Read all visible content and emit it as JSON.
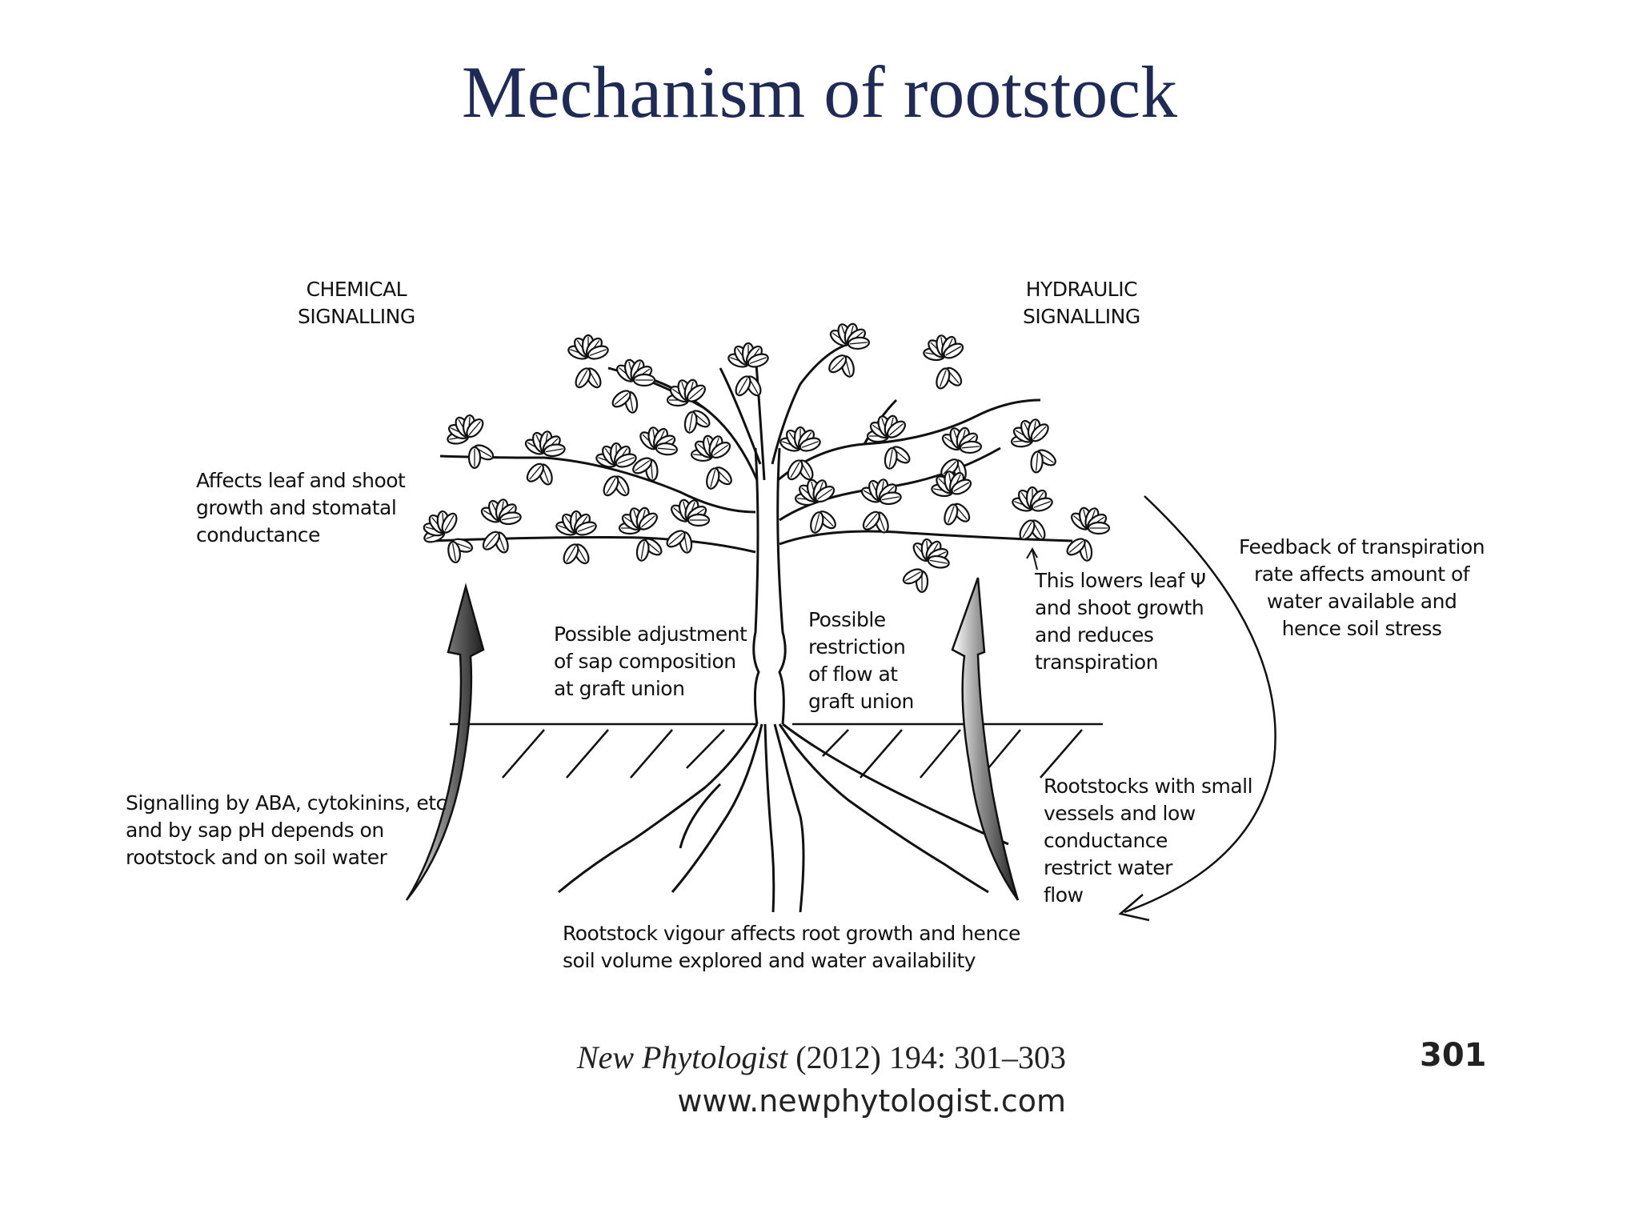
{
  "title": "Mechanism of rootstock",
  "headers": {
    "chemical": [
      "CHEMICAL",
      "SIGNALLING"
    ],
    "hydraulic": [
      "HYDRAULIC",
      "SIGNALLING"
    ]
  },
  "labels": {
    "leaf_effect": [
      "Affects leaf and shoot",
      "growth and stomatal",
      "conductance"
    ],
    "feedback": [
      "Feedback of transpiration",
      "rate affects amount of",
      "water available and",
      "hence soil stress"
    ],
    "lowers_leaf": [
      "This lowers leaf Ψ",
      "and shoot growth",
      "and reduces",
      "transpiration"
    ],
    "sap_adjust": [
      "Possible adjustment",
      "of sap composition",
      "at graft union"
    ],
    "flow_restrict": [
      "Possible",
      "restriction",
      "of flow at",
      "graft union"
    ],
    "signalling": [
      "Signalling by ABA, cytokinins, etc",
      "and by sap pH depends on",
      "rootstock and on soil water"
    ],
    "small_vessels": [
      "Rootstocks with small",
      "vessels and low",
      "conductance",
      "restrict water",
      "flow"
    ],
    "vigour": [
      "Rootstock vigour affects root growth and hence",
      "soil volume explored and water availability"
    ]
  },
  "citation": {
    "journal": "New Phytologist",
    "details": " (2012) 194: 301–303",
    "page": "301",
    "url": "www.newphytologist.com"
  }
}
